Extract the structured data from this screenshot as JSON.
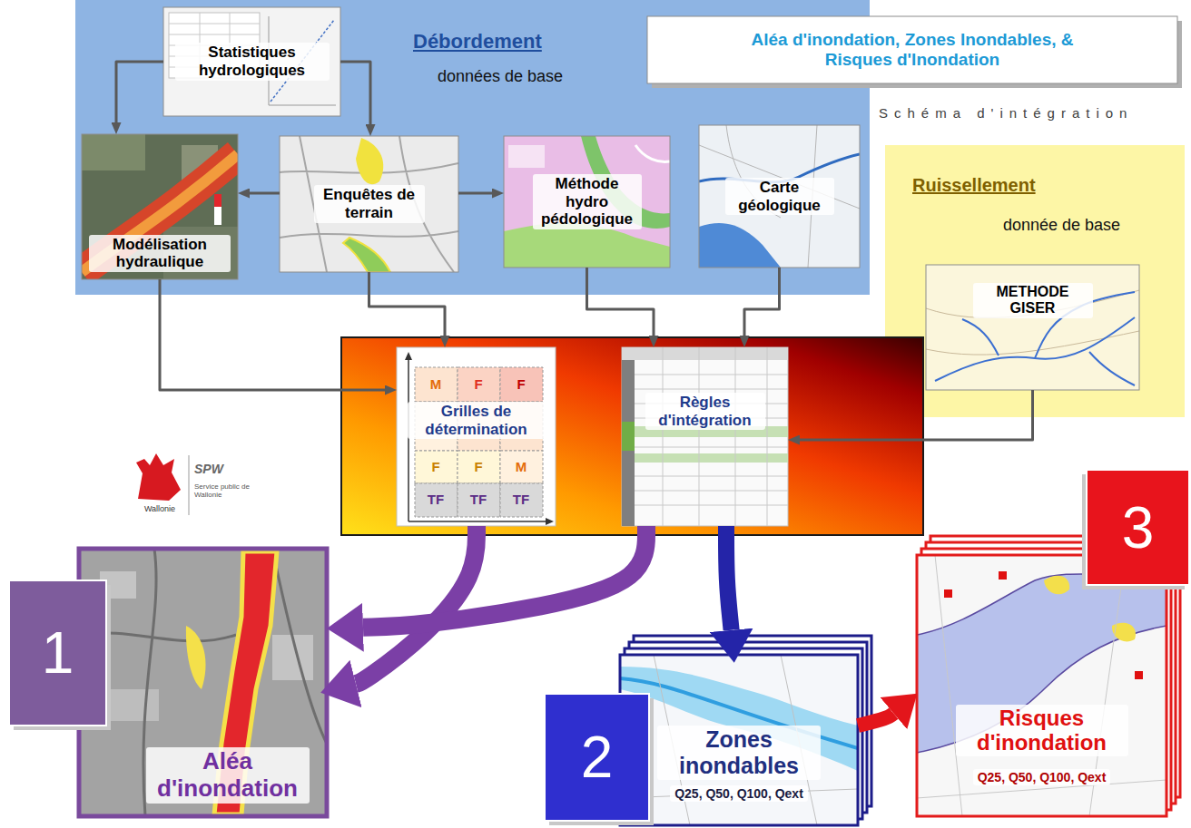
{
  "diagram": {
    "title": "Aléa d'inondation, Zones Inondables, & Risques d'Inondation",
    "nodes": [
      {
        "text": [
          "Débordement",
          "données de base"
        ]
      },
      {
        "text": [
          "Statistiques hydrologiques"
        ],
        "in": 0
      },
      {
        "text": [
          "Modélisation hydraulique"
        ],
        "in": 0
      },
      {
        "text": [
          "Enquêtes de terrain"
        ],
        "in": 0
      },
      {
        "text": [
          "Méthode hydro pédologique"
        ],
        "in": 0
      },
      {
        "text": [
          "Carte géologique"
        ],
        "in": 0
      },
      {
        "text": [
          "Ruissellement",
          "donnée de base"
        ]
      },
      {
        "text": [
          "METHODE GISER"
        ],
        "in": 6
      },
      {
        "text": [
          "Grilles de détermination"
        ]
      },
      {
        "text": [
          "Règles d'intégration"
        ]
      },
      {
        "text": [
          "Aléa d'inondation"
        ]
      },
      {
        "text": [
          "Zones inondables",
          "Q25, Q50, Q100, Qext"
        ]
      },
      {
        "text": [
          "Risques d'inondation",
          "Q25, Q50, Q100, Qext"
        ]
      }
    ],
    "edges": [
      {
        "from": 1,
        "to": 2,
        "arrow": "to"
      },
      {
        "from": 1,
        "to": 3,
        "arrow": "to"
      },
      {
        "from": 3,
        "to": 2,
        "arrow": "to"
      },
      {
        "from": 3,
        "to": 4,
        "arrow": "to"
      },
      {
        "from": 2,
        "to": 8,
        "arrow": "to"
      },
      {
        "from": 3,
        "to": 8,
        "arrow": "to"
      },
      {
        "from": 4,
        "to": 9,
        "arrow": "to"
      },
      {
        "from": 5,
        "to": 9,
        "arrow": "to"
      },
      {
        "from": 7,
        "to": 9,
        "arrow": "to"
      },
      {
        "from": 8,
        "to": 10,
        "arrow": "to"
      },
      {
        "from": 9,
        "to": 10,
        "arrow": "to"
      },
      {
        "from": 9,
        "to": 11,
        "arrow": "to"
      },
      {
        "from": 11,
        "to": 12,
        "arrow": "to"
      }
    ],
    "labels": [
      "Schéma d'intégration",
      "Wallonie",
      "SPW",
      "Service public de Wallonie",
      "M",
      "F",
      "F",
      "F",
      "F",
      "M",
      "TF",
      "TF",
      "TF",
      "1",
      "2",
      "3"
    ]
  }
}
